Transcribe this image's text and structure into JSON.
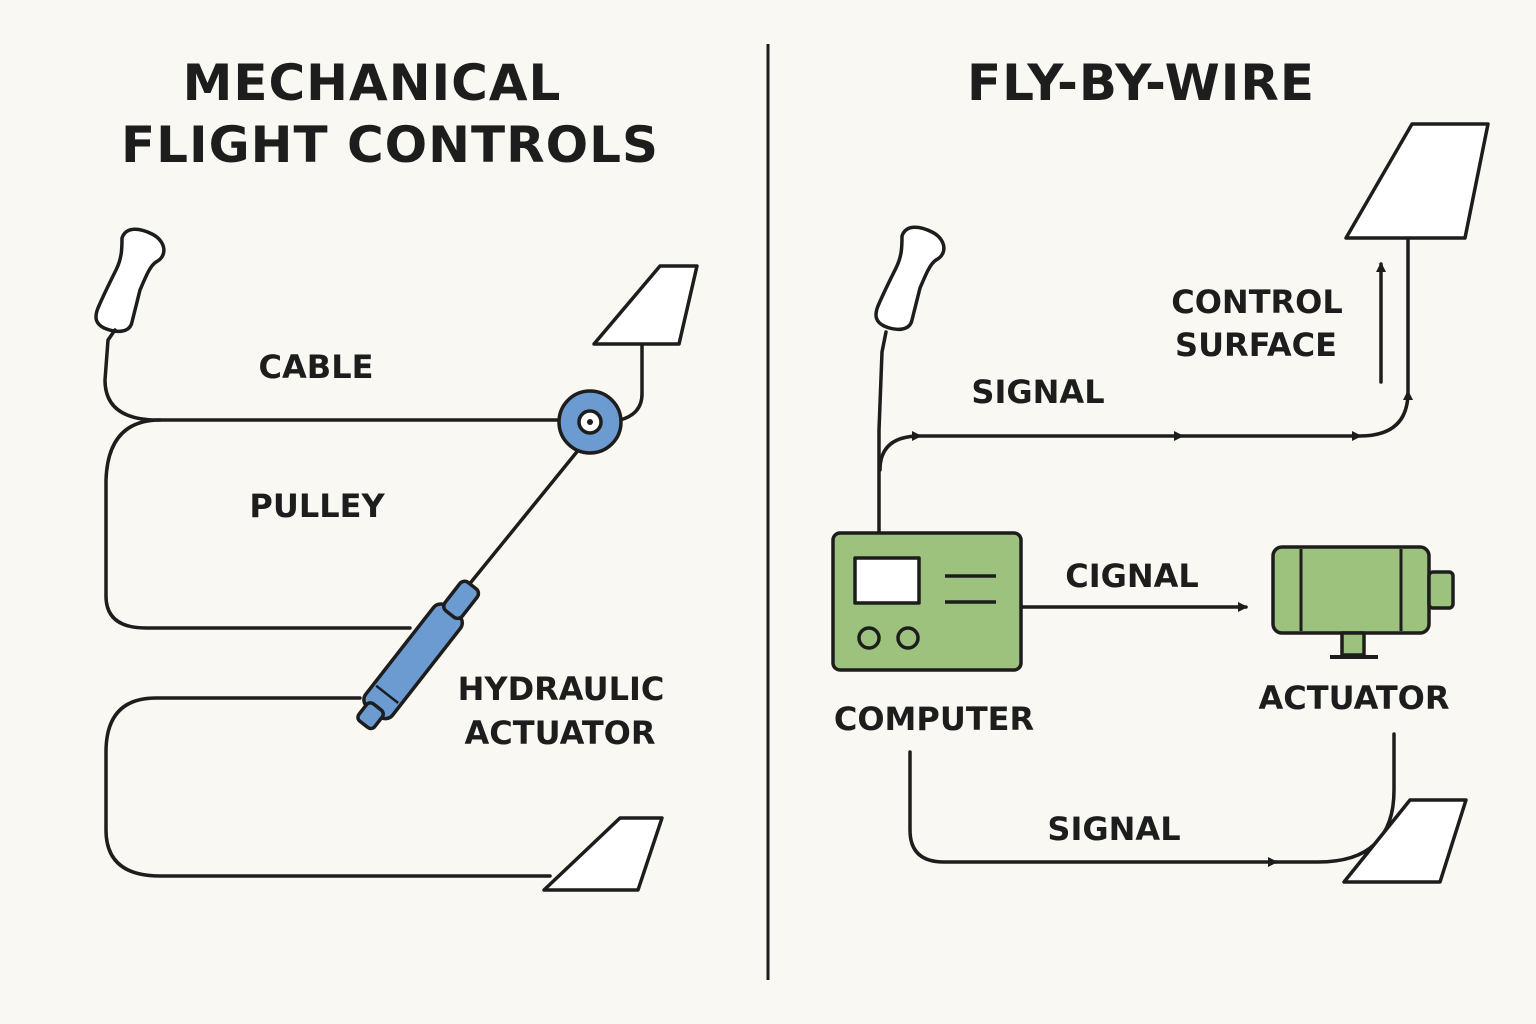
{
  "left": {
    "title_line1": "MECHANICAL",
    "title_line2": "FLIGHT CONTROLS",
    "cable_label": "CABLE",
    "pulley_label": "PULLEY",
    "hydraulic_label_line1": "HYDRAULIC",
    "hydraulic_label_line2": "ACTUATOR"
  },
  "right": {
    "title": "FLY-BY-WIRE",
    "control_surface_line1": "CONTROL",
    "control_surface_line2": "SURFACE",
    "signal_top": "SIGNAL",
    "signal_middle": "CIGNAL",
    "signal_bottom": "SIGNAL",
    "computer_label": "COMPUTER",
    "actuator_label": "ACTUATOR"
  },
  "colors": {
    "background": "#faf8f3",
    "line": "#1d1d1d",
    "mechanical_accent": "#6b9bd1",
    "fbw_accent": "#9cc27e"
  },
  "icons": [
    "control-stick-icon",
    "control-surface-icon",
    "pulley-icon",
    "hydraulic-actuator-icon",
    "computer-icon",
    "electric-actuator-icon"
  ]
}
